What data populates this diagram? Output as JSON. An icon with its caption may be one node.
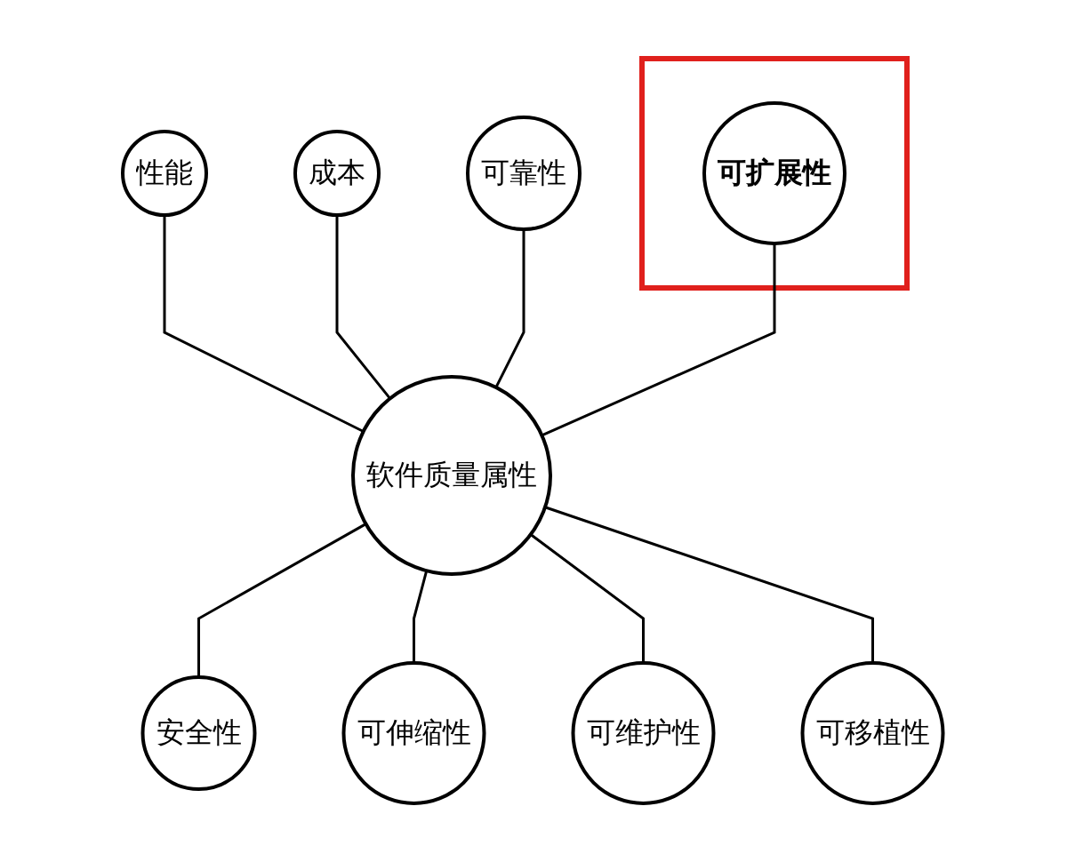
{
  "diagram": {
    "nodes": [
      {
        "text": [
          "性能"
        ]
      },
      {
        "text": [
          "成本"
        ]
      },
      {
        "text": [
          "可靠性"
        ]
      },
      {
        "text": [],
        "shape": "box"
      },
      {
        "text": [
          "可扩展性"
        ],
        "in": 3
      },
      {
        "text": [
          "软件质量属性"
        ]
      },
      {
        "text": [
          "安全性"
        ]
      },
      {
        "text": [
          "可伸缩性"
        ]
      },
      {
        "text": [
          "可维护性"
        ]
      },
      {
        "text": [
          "可移植性"
        ]
      }
    ],
    "edges": [
      {
        "from": 0,
        "to": 5,
        "arrow": "none"
      },
      {
        "from": 1,
        "to": 5,
        "arrow": "none"
      },
      {
        "from": 2,
        "to": 5,
        "arrow": "none"
      },
      {
        "from": 4,
        "to": 5,
        "arrow": "none"
      },
      {
        "from": 5,
        "to": 6,
        "arrow": "none"
      },
      {
        "from": 5,
        "to": 7,
        "arrow": "none"
      },
      {
        "from": 5,
        "to": 8,
        "arrow": "none"
      },
      {
        "from": 5,
        "to": 9,
        "arrow": "none"
      }
    ]
  }
}
